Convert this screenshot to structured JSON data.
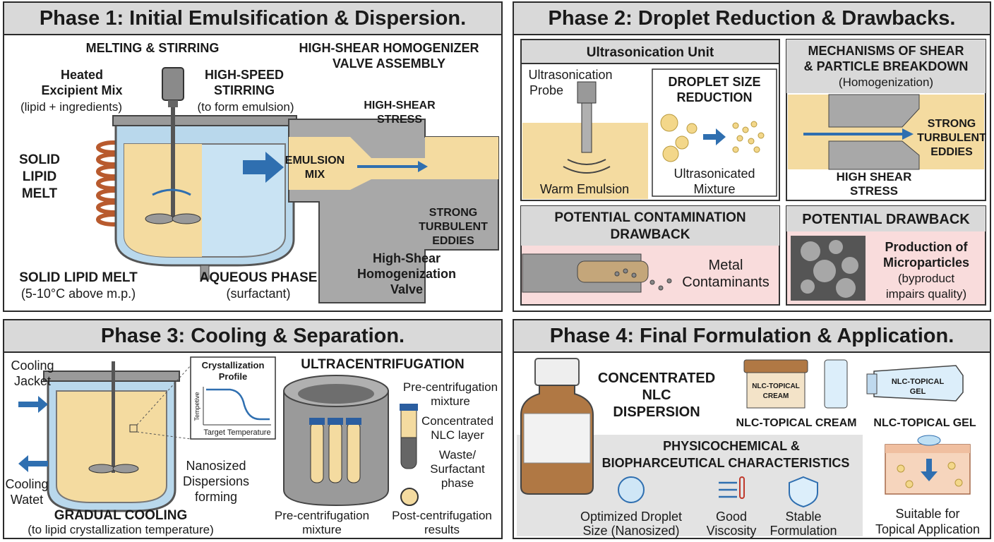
{
  "panel1": {
    "title": "Phase 1: Initial Emulsification & Dispersion.",
    "melting_stirring": "MELTING & STIRRING",
    "homog_title_1": "HIGH-SHEAR HOMOGENIZER",
    "homog_title_2": "VALVE ASSEMBLY",
    "heated_1": "Heated",
    "heated_2": "Excipient Mix",
    "heated_3": "(lipid + ingredients)",
    "stir_1": "HIGH-SPEED",
    "stir_2": "STIRRING",
    "stir_3": "(to form emulsion)",
    "solid_1": "SOLID",
    "solid_2": "LIPID",
    "solid_3": "MELT",
    "melt_1": "SOLID LIPID MELT",
    "melt_2": "(5-10°C above m.p.)",
    "aq_1": "AQUEOUS PHASE",
    "aq_2": "(surfactant)",
    "emul_1": "EMULSION",
    "emul_2": "MIX",
    "stress_1": "HIGH-SHEAR",
    "stress_2": "STRESS",
    "eddy_1": "STRONG",
    "eddy_2": "TURBULENT",
    "eddy_3": "EDDIES",
    "valve_1": "High-Shear",
    "valve_2": "Homogenization",
    "valve_3": "Valve"
  },
  "panel2": {
    "title": "Phase 2: Droplet Reduction & Drawbacks.",
    "ultra_header": "Ultrasonication Unit",
    "probe_1": "Ultrasonication",
    "probe_2": "Probe",
    "warm": "Warm Emulsion",
    "dsr_1": "DROPLET SIZE",
    "dsr_2": "REDUCTION",
    "mix_1": "Ultrasonicated",
    "mix_2": "Mixture",
    "mech_1": "MECHANISMS OF SHEAR",
    "mech_2": "& PARTICLE BREAKDOWN",
    "mech_3": "(Homogenization)",
    "eddy_1": "STRONG",
    "eddy_2": "TURBULENT",
    "eddy_3": "EDDIES",
    "hss_1": "HIGH SHEAR",
    "hss_2": "STRESS",
    "cont_1": "POTENTIAL CONTAMINATION",
    "cont_2": "DRAWBACK",
    "metal_1": "Metal",
    "metal_2": "Contaminants",
    "draw_title": "POTENTIAL DRAWBACK",
    "prod_1": "Production of",
    "prod_2": "Microparticles",
    "prod_3": "(byproduct",
    "prod_4": "impairs quality)"
  },
  "panel3": {
    "title": "Phase 3: Cooling & Separation.",
    "jacket_1": "Cooling",
    "jacket_2": "Jacket",
    "water_1": "Cooling",
    "water_2": "Watet",
    "cryst_1": "Crystallization",
    "cryst_2": "Profile",
    "ylabel": "Tempetive",
    "xlabel": "Target Temperature",
    "nano_1": "Nanosized",
    "nano_2": "Dispersions",
    "nano_3": "forming",
    "gradual_1": "GRADUAL COOLING",
    "gradual_2": "(to lipid crystallization temperature)",
    "ultra_title": "ULTRACENTRIFUGATION",
    "pre_top_1": "Pre-centrifugation",
    "pre_top_2": "mixture",
    "conc_1": "Concentrated",
    "conc_2": "NLC layer",
    "waste_1": "Waste/",
    "waste_2": "Surfactant",
    "waste_3": "phase",
    "pre_bot_1": "Pre-centrifugation",
    "pre_bot_2": "mixture",
    "post_1": "Post-centrifugation",
    "post_2": "results"
  },
  "panel4": {
    "title": "Phase 4: Final Formulation & Application.",
    "conc_1": "CONCENTRATED",
    "conc_2": "NLC",
    "conc_3": "DISPERSION",
    "cream_label_1": "NLC-TOPICAL",
    "cream_label_2": "CREAM",
    "cream_caption": "NLC-TOPICAL CREAM",
    "gel_label_1": "NLC-TOPICAL",
    "gel_label_2": "GEL",
    "gel_caption": "NLC-TOPICAL GEL",
    "phys_1": "PHYSICOCHEMICAL &",
    "phys_2": "BIOPHARCEUTICAL CHARACTERISTICS",
    "f1_1": "Optimized Droplet",
    "f1_2": "Size (Nanosized)",
    "f2_1": "Good",
    "f2_2": "Viscosity",
    "f3_1": "Stable",
    "f3_2": "Formulation",
    "f4_1": "Suitable for",
    "f4_2": "Topical Application"
  }
}
